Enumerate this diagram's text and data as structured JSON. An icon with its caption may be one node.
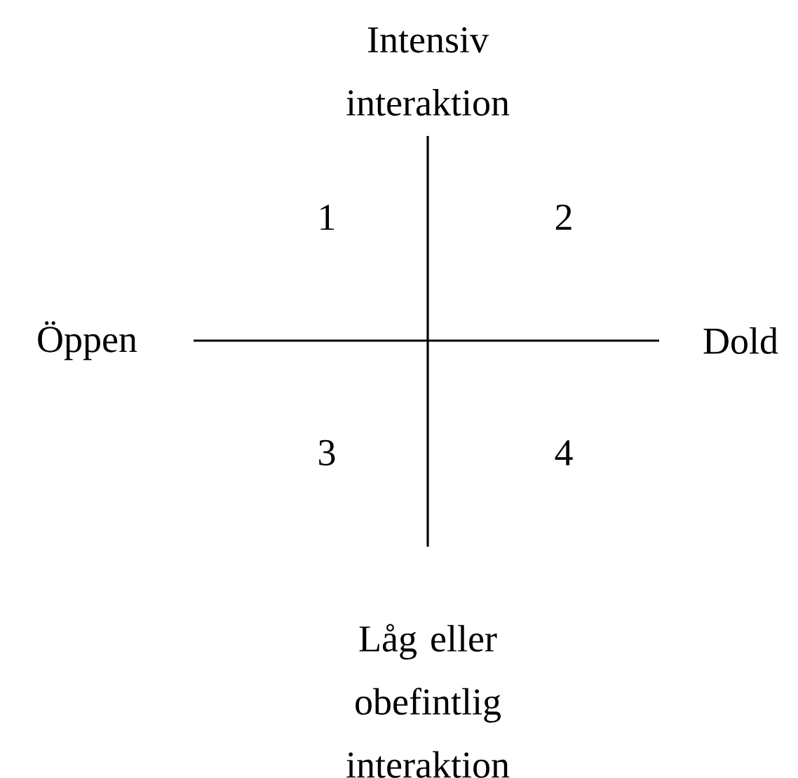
{
  "diagram": {
    "labels": [
      "Intensiv interaktion",
      "1",
      "2",
      "Öppen",
      "Dold",
      "3",
      "4",
      "Låg eller obefintlig interaktion"
    ]
  }
}
